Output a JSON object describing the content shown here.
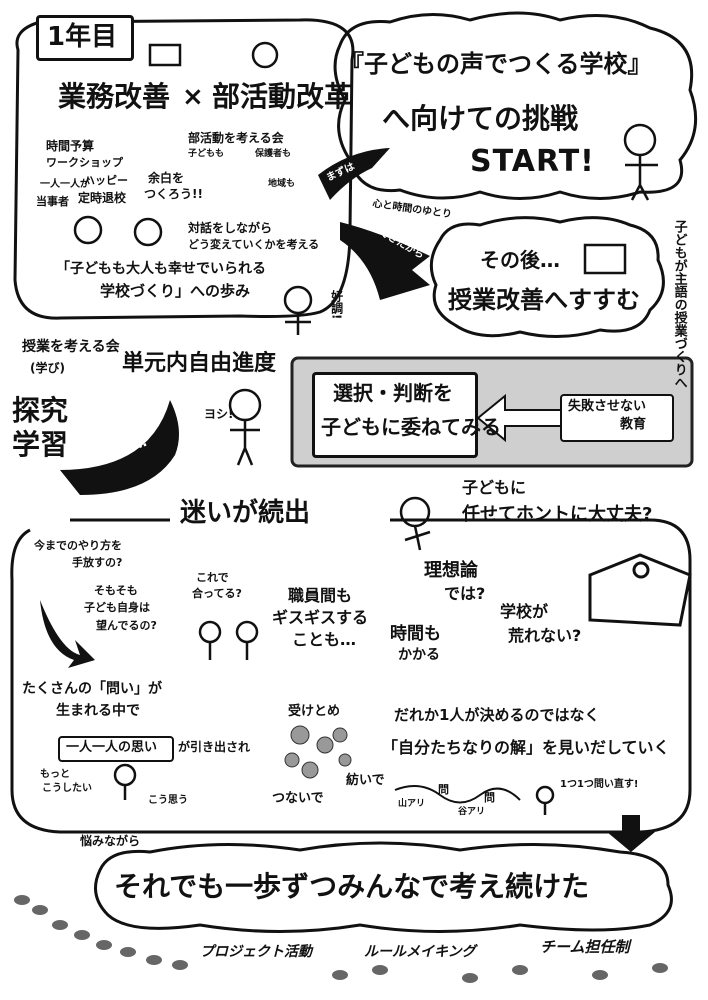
{
  "year_badge": "1年目",
  "reform": {
    "work": "業務改善",
    "times": "×",
    "club": "部活動改革"
  },
  "budget_workshop": {
    "line1": "時間予算",
    "line2": "ワークショップ"
  },
  "club_meeting": {
    "line1": "部活動を考える会",
    "line2": "子どもも",
    "line3": "保護者も",
    "line4": "地域も"
  },
  "each_person": {
    "line1": "一人一人が",
    "line2": "当事者"
  },
  "happy_leave": {
    "line1": "ハッピー",
    "line2": "定時退校"
  },
  "make_room": {
    "line1": "余白を",
    "line2": "つくろう!!"
  },
  "dialogue": {
    "line1": "対話をしながら",
    "line2": "どう変えていくかを考える"
  },
  "happy_school": {
    "line1": "「子どもも大人も幸せでいられる",
    "line2": "学校づくり」への歩み"
  },
  "koucho": "好調!",
  "challenge": {
    "line1": "『子どもの声でつくる学校』",
    "line2": "へ向けての挑戦",
    "start": "START!"
  },
  "arrow1": "まずは",
  "arrow2": "余白ができたから",
  "yutori": "心と時間のゆとり",
  "after": {
    "line1": "その後…",
    "line2": "授業改善へすすむ"
  },
  "child_led": "子どもが主語の授業づくりへ",
  "lesson_meeting": {
    "line1": "授業を考える会",
    "line2": "(学び)"
  },
  "inquiry": "探究学習",
  "tangen": "単元内自由進度",
  "yoshi": "ヨシ!",
  "entrust": {
    "line1": "選択・判断を",
    "line2": "子どもに委ねてみる"
  },
  "no_fail": {
    "line1": "失敗させない",
    "line2": "教育"
  },
  "however": "しかし…",
  "confusion": "迷いが続出",
  "really_ok": {
    "line1": "子どもに",
    "line2": "任せてホントに大丈夫?"
  },
  "doubts": {
    "d1a": "今までのやり方を",
    "d1b": "手放すの?",
    "d2a": "そもそも",
    "d2b": "子ども自身は",
    "d2c": "望んでるの?",
    "d3a": "これで",
    "d3b": "合ってる?",
    "d4a": "職員間も",
    "d4b": "ギスギスする",
    "d4c": "ことも…",
    "d5a": "理想論",
    "d5b": "では?",
    "d6a": "学校が",
    "d6b": "荒れない?",
    "d7a": "時間も",
    "d7b": "かかる"
  },
  "questions": {
    "line1": "たくさんの「問い」が",
    "line2": "生まれる中で"
  },
  "each_thought": {
    "box": "一人一人の思い",
    "tail": "が引き出され"
  },
  "wants": {
    "a": "もっと",
    "b": "こうしたい",
    "c": "こう思う"
  },
  "network": {
    "receive": "受けとめ",
    "connect": "つないで",
    "weave": "紡いで"
  },
  "not_one": "だれか1人が決めるのではなく",
  "own_answer": "「自分たちなりの解」を見いだしていく",
  "path": {
    "m1": "問",
    "m2": "問",
    "yama": "山アリ",
    "tani": "谷アリ",
    "redo": "1つ1つ問い直す!"
  },
  "worrying": "悩みながら",
  "conclusion": "それでも一歩ずつみんなで考え続けた",
  "projects": {
    "p1": "プロジェクト活動",
    "p2": "ルールメイキング",
    "p3": "チーム担任制"
  }
}
